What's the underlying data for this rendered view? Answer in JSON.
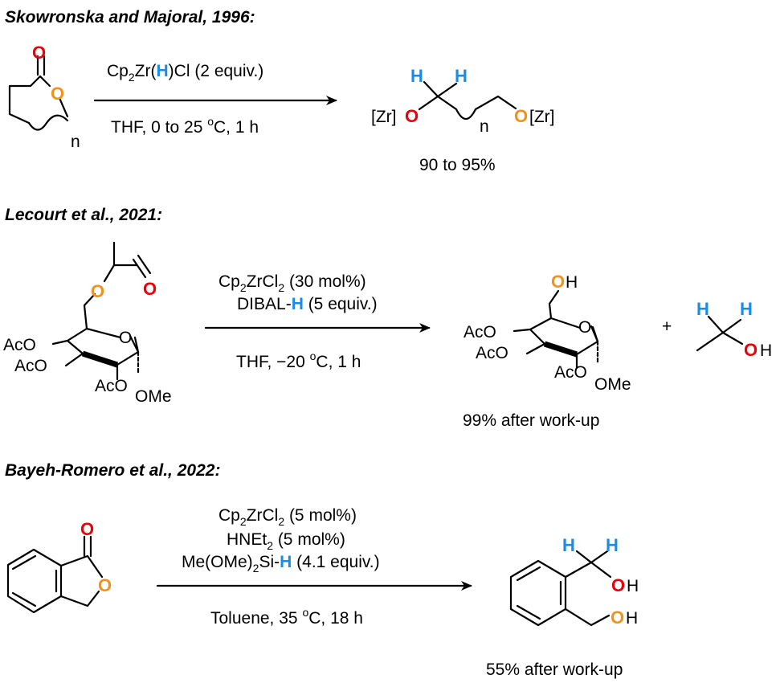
{
  "colors": {
    "oxygen_red": "#e8000b",
    "oxygen_orange": "#f0921e",
    "hydrogen_blue": "#1a8ce6"
  },
  "reactions": [
    {
      "citation": "Skowronska and Majoral, 1996:",
      "reagent_line1": {
        "pre": "Cp",
        "sub": "2",
        "mid": "Zr(",
        "h": "H",
        "post": ")Cl (2 equiv.)"
      },
      "conditions": {
        "pre": "THF, 0 to 25 ",
        "sup": "o",
        "post": "C, 1 h"
      },
      "yield": "90 to 95%",
      "labels": {
        "ring_o": "O",
        "carbonyl_o": "O",
        "n": "n",
        "zr1": "[Zr]",
        "o1": "O",
        "h1": "H",
        "h2": "H",
        "n2": "n",
        "o2": "O",
        "zr2": "[Zr]"
      }
    },
    {
      "citation": "Lecourt et al., 2021:",
      "reagent_line1": {
        "pre": "Cp",
        "sub": "2",
        "mid": "ZrCl",
        "sub2": "2",
        "post": " (30 mol%)"
      },
      "reagent_line2": {
        "pre": "DIBAL-",
        "h": "H",
        "post": " (5 equiv.)"
      },
      "conditions": {
        "pre": "THF, −20 ",
        "sup": "o",
        "post": "C, 1 h"
      },
      "yield": "99% after work-up",
      "plus": "+",
      "labels": {
        "ester_o": "O",
        "carbonyl_o": "O",
        "ring_o": "O",
        "aco_1": "AcO",
        "aco_2": "AcO",
        "aco_3": "AcO",
        "ome": "OMe",
        "oh_o": "O",
        "oh_h": "H",
        "ethanol_h1": "H",
        "ethanol_h2": "H",
        "ethanol_o": "O",
        "ethanol_oh_h": "H"
      }
    },
    {
      "citation": "Bayeh-Romero et al., 2022:",
      "reagent_line1": {
        "pre": "Cp",
        "sub": "2",
        "mid": "ZrCl",
        "sub2": "2",
        "post": " (5 mol%)"
      },
      "reagent_line2": {
        "pre": "HNEt",
        "sub": "2",
        "post": " (5 mol%)"
      },
      "reagent_line3": {
        "pre": "Me(OMe)",
        "sub": "2",
        "mid": "Si-",
        "h": "H",
        "post": " (4.1 equiv.)"
      },
      "conditions": {
        "pre": "Toluene, 35 ",
        "sup": "o",
        "post": "C, 18 h"
      },
      "yield": "55% after work-up",
      "labels": {
        "carbonyl_o": "O",
        "ring_o": "O",
        "h1": "H",
        "h2": "H",
        "o1": "O",
        "oh1_h": "H",
        "o2": "O",
        "oh2_h": "H"
      }
    }
  ]
}
